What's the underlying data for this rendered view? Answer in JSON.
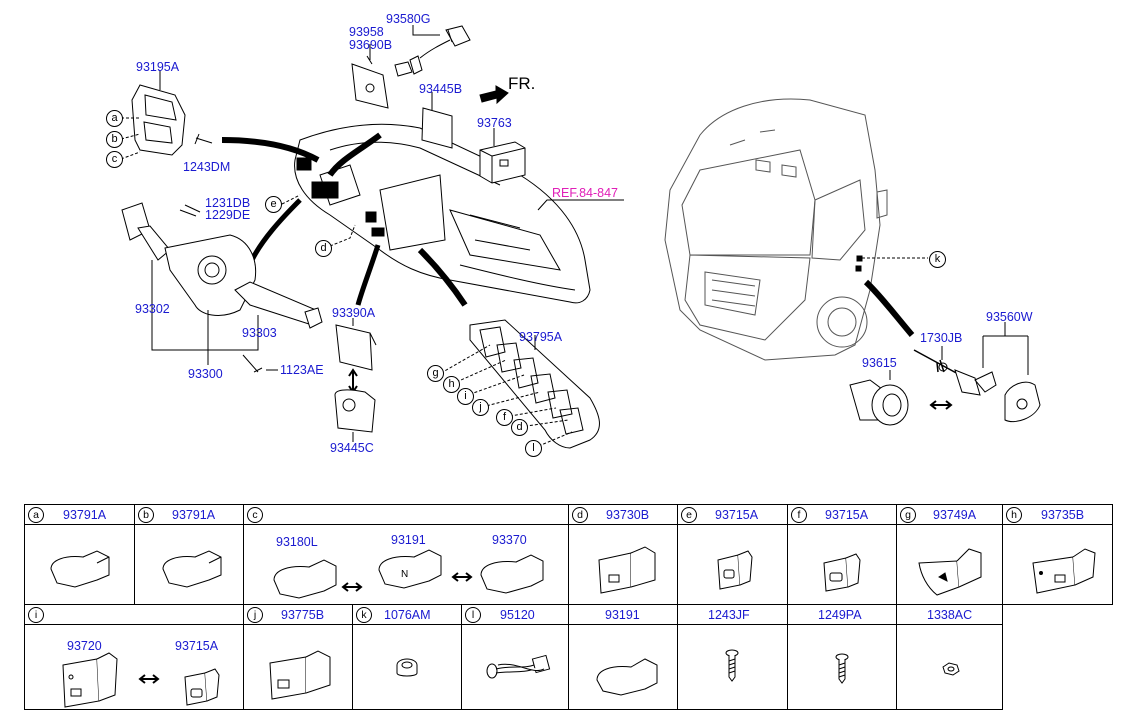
{
  "diagram": {
    "callouts": {
      "p93195A": "93195A",
      "p93580G": "93580G",
      "p93958": "93958",
      "p93690B": "93690B",
      "p93445B": "93445B",
      "fr": "FR.",
      "p93763": "93763",
      "p1243DM": "1243DM",
      "p1231DB": "1231DB",
      "p1229DE": "1229DE",
      "ref": "REF.84-847",
      "p93302": "93302",
      "p93303": "93303",
      "p93300": "93300",
      "p1123AE": "1123AE",
      "p93390A": "93390A",
      "p93445C": "93445C",
      "p93795A": "93795A",
      "p1730JB": "1730JB",
      "p93560W": "93560W",
      "p93615": "93615"
    },
    "letters": {
      "a": "a",
      "b": "b",
      "c": "c",
      "d": "d",
      "e": "e",
      "f": "f",
      "g": "g",
      "h": "h",
      "i": "i",
      "j": "j",
      "k": "k",
      "l": "l"
    }
  },
  "table": {
    "row1": [
      {
        "letter": "a",
        "part": "93791A"
      },
      {
        "letter": "b",
        "part": "93791A"
      },
      {
        "letter": "c",
        "part": "",
        "subparts": [
          "93180L",
          "93191",
          "93370"
        ]
      },
      {
        "letter": "d",
        "part": "93730B"
      },
      {
        "letter": "e",
        "part": "93715A"
      },
      {
        "letter": "f",
        "part": "93715A"
      },
      {
        "letter": "g",
        "part": "93749A"
      },
      {
        "letter": "h",
        "part": "93735B"
      }
    ],
    "row2": [
      {
        "letter": "i",
        "part": "",
        "subparts": [
          "93720",
          "93715A"
        ]
      },
      {
        "letter": "j",
        "part": "93775B"
      },
      {
        "letter": "k",
        "part": "1076AM"
      },
      {
        "letter": "l",
        "part": "95120"
      },
      {
        "letter": "",
        "part": "93191"
      },
      {
        "letter": "",
        "part": "1243JF"
      },
      {
        "letter": "",
        "part": "1249PA"
      },
      {
        "letter": "",
        "part": "1338AC"
      }
    ]
  }
}
